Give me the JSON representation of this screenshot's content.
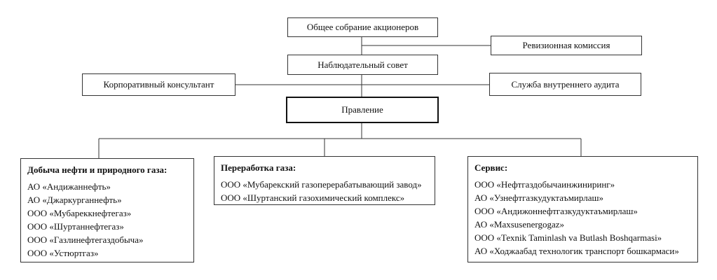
{
  "diagram": {
    "shareholders": "Общее собрание акционеров",
    "audit_commission": "Ревизионная комиссия",
    "supervisory_board": "Наблюдательный совет",
    "corporate_consultant": "Корпоративный консультант",
    "internal_audit": "Служба внутреннего аудита",
    "management_board": "Правление",
    "groups": [
      {
        "title": "Добыча нефти и природного газа:",
        "items": [
          "АО «Андижаннефть»",
          "АО «Джаркурганнефть»",
          "ООО «Мубареккнефтегаз»",
          "ООО «Шуртаннефтегаз»",
          "ООО «Газлинефтегаздобыча»",
          "ООО «Устюртгаз»"
        ]
      },
      {
        "title": "Переработка газа:",
        "items": [
          "ООО «Мубарекский газоперерабатывающий завод»",
          "ООО «Шуртанский газохимический комплекс»"
        ]
      },
      {
        "title": "Сервис:",
        "items": [
          "ООО «Нефтгаздобычаинжиниринг»",
          "АО «Узнефтгазкудуктаъмирлаш»",
          "ООО «Андижоннефтгазкудуктаъмирлаш»",
          "АО «Maxsusenergogaz»",
          "ООО «Техnik Taminlash va Butlash Boshqarmasi»",
          "АО «Ходжаабад технологик транспорт бошкармаси»"
        ]
      }
    ]
  }
}
